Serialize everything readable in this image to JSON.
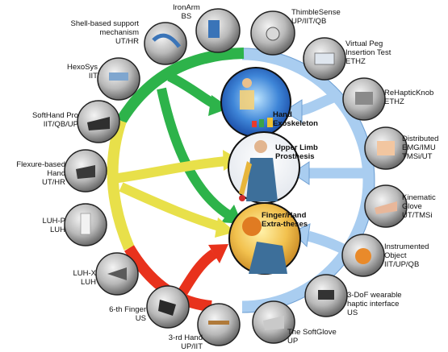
{
  "colors": {
    "green": "#2db34a",
    "yellow": "#e8e04a",
    "red": "#e8321c",
    "blue": "#a9cdf0",
    "thumb_border": "#222222"
  },
  "center": {
    "exoskeleton": [
      "Hand",
      "Exoskeleton"
    ],
    "prosthesis": [
      "Upper Limb",
      "Prosthesis"
    ],
    "extratheses": [
      "Finger/Hand",
      "Extra-theses"
    ]
  },
  "devices": [
    {
      "id": "ironarm",
      "lines": [
        "IronArm",
        "BS"
      ]
    },
    {
      "id": "shell",
      "lines": [
        "Shell-based support",
        "mechanism",
        "UT/HR"
      ]
    },
    {
      "id": "hexosys",
      "lines": [
        "HexoSys",
        "IIT"
      ]
    },
    {
      "id": "softhandpro",
      "lines": [
        "SoftHand Pro",
        "IIT/QB/UP"
      ]
    },
    {
      "id": "flexure",
      "lines": [
        "Flexure-based",
        "Hand",
        "UT/HR"
      ]
    },
    {
      "id": "luhp",
      "lines": [
        "LUH-P",
        "LUH"
      ]
    },
    {
      "id": "luhx",
      "lines": [
        "LUH-X",
        "LUH"
      ]
    },
    {
      "id": "sixthfinger",
      "lines": [
        "6-th Finger",
        "US"
      ]
    },
    {
      "id": "thirdhand",
      "lines": [
        "3-rd Hand",
        "UP/IIT"
      ]
    },
    {
      "id": "thimblesense",
      "lines": [
        "ThimbleSense",
        "UP/IIT/QB"
      ]
    },
    {
      "id": "virtualpeg",
      "lines": [
        "Virtual Peg",
        "Insertion Test",
        "ETHZ"
      ]
    },
    {
      "id": "rehapticknob",
      "lines": [
        "ReHapticKnob",
        "ETHZ"
      ]
    },
    {
      "id": "distributed",
      "lines": [
        "Distributed",
        "EMG/IMU",
        "TMSi/UT"
      ]
    },
    {
      "id": "kinematicglove",
      "lines": [
        "Kinematic",
        "Glove",
        "UT/TMSi"
      ]
    },
    {
      "id": "instrumented",
      "lines": [
        "Instrumented",
        "Object",
        "IIT/UP/QB"
      ]
    },
    {
      "id": "threedof",
      "lines": [
        "3-DoF wearable",
        "haptic interface",
        "US"
      ]
    },
    {
      "id": "softglove",
      "lines": [
        "The SoftGlove",
        "UP"
      ]
    }
  ]
}
